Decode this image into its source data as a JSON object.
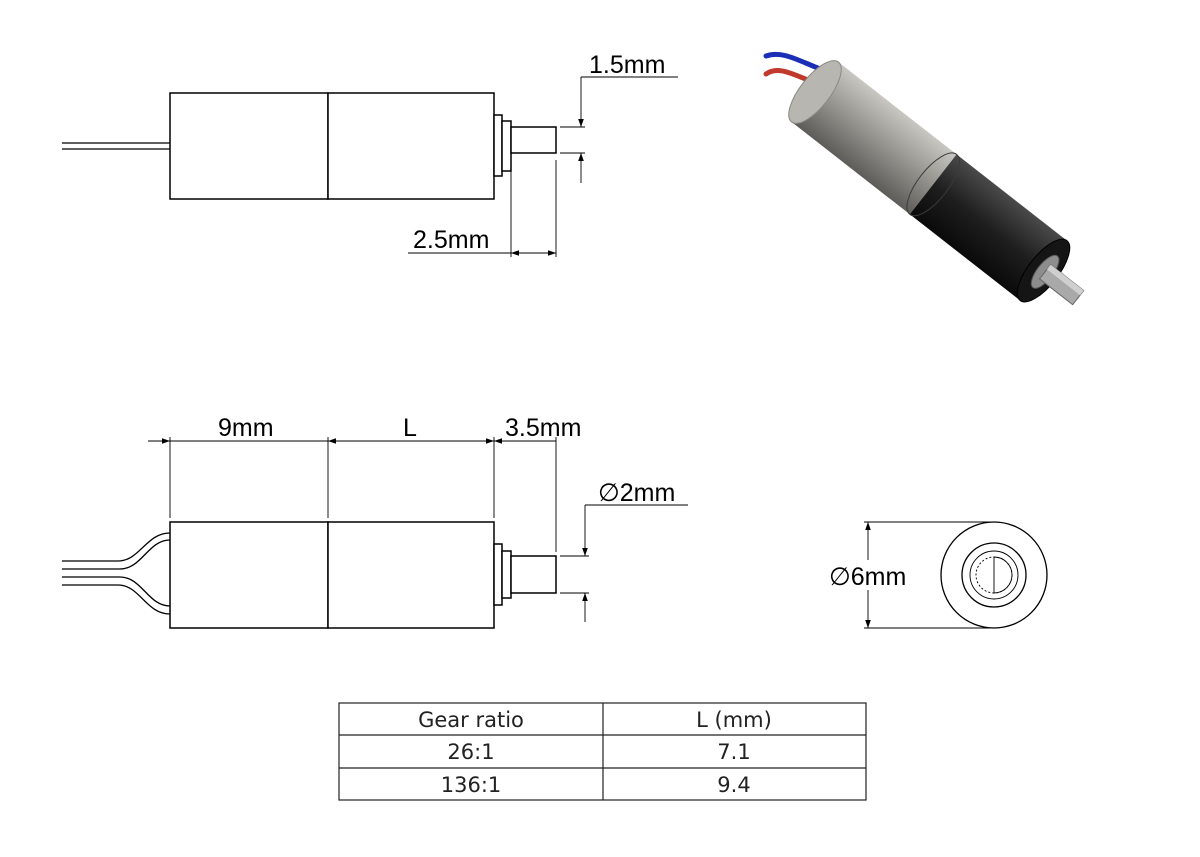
{
  "top_view": {
    "shaft_flat_label": "1.5mm",
    "shaft_length_label": "2.5mm"
  },
  "side_view": {
    "motor_length_label": "9mm",
    "gearbox_length_label": "L",
    "shaft_length_label": "3.5mm",
    "shaft_diameter_label": "∅2mm"
  },
  "end_view": {
    "diameter_label": "∅6mm"
  },
  "render_3d": {
    "wire_colors": {
      "positive": "#c0392b",
      "negative": "#1a2fb5"
    },
    "motor_color": "#8f8d88",
    "gearbox_color": "#1c1c1c",
    "shaft_color": "#a9a9a9"
  },
  "table": {
    "headers": [
      "Gear ratio",
      "L (mm)"
    ],
    "rows": [
      [
        "26:1",
        "7.1"
      ],
      [
        "136:1",
        "9.4"
      ]
    ]
  }
}
